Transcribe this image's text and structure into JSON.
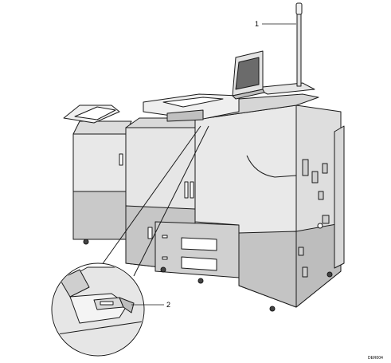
{
  "figure": {
    "callouts": [
      {
        "number": "1",
        "target": "status-indicator-pole"
      },
      {
        "number": "2",
        "target": "front-cover-latch"
      }
    ],
    "figure_code": "DER004",
    "colors": {
      "body_light": "#e8e8e8",
      "body_mid": "#d2d2d2",
      "body_dark": "#b3b3b3",
      "outline": "#1a1a1a",
      "screen": "#6b6b6b"
    }
  }
}
